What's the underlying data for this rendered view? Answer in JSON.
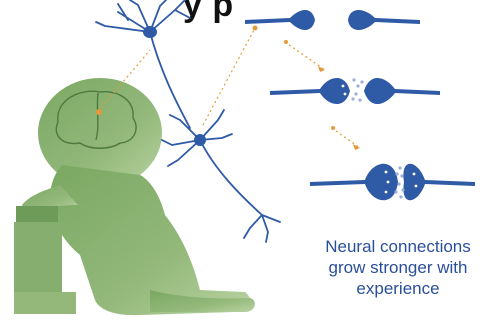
{
  "title_fragment": "y p",
  "caption": {
    "line1": "Neural connections",
    "line2": "grow stronger with",
    "line3": "experience"
  },
  "colors": {
    "neuron_blue": "#2f5aa6",
    "baby_green_light": "#a9c58e",
    "baby_green_dark": "#5f8f4c",
    "arrow_orange": "#e39a3a",
    "caption_blue": "#2a4f9a"
  },
  "icons": [
    "baby-silhouette-icon",
    "brain-outline-icon",
    "neuron-icon",
    "synapse-icon"
  ]
}
